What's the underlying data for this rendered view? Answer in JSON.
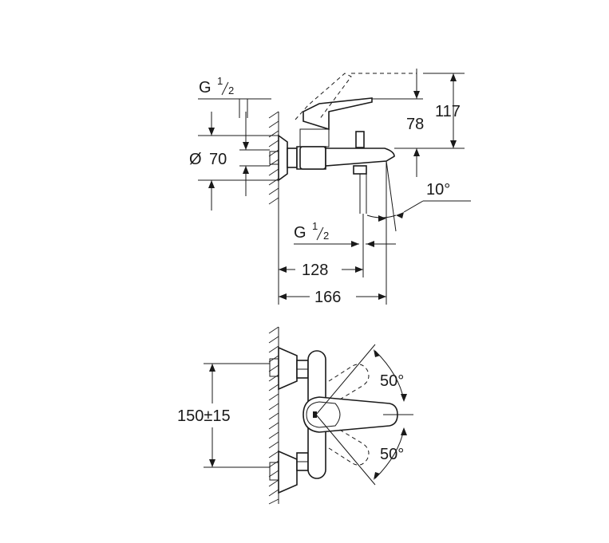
{
  "dimensions": {
    "thread_top": {
      "prefix": "G",
      "num": "1",
      "den": "2"
    },
    "diameter": {
      "symbol": "Ø",
      "value": "70"
    },
    "height_117": "117",
    "height_78": "78",
    "angle_spout": "10°",
    "thread_bottom": {
      "prefix": "G",
      "num": "1",
      "den": "2"
    },
    "length_128": "128",
    "length_166": "166",
    "centers": "150±15",
    "angle_up": "50°",
    "angle_down": "50°"
  }
}
